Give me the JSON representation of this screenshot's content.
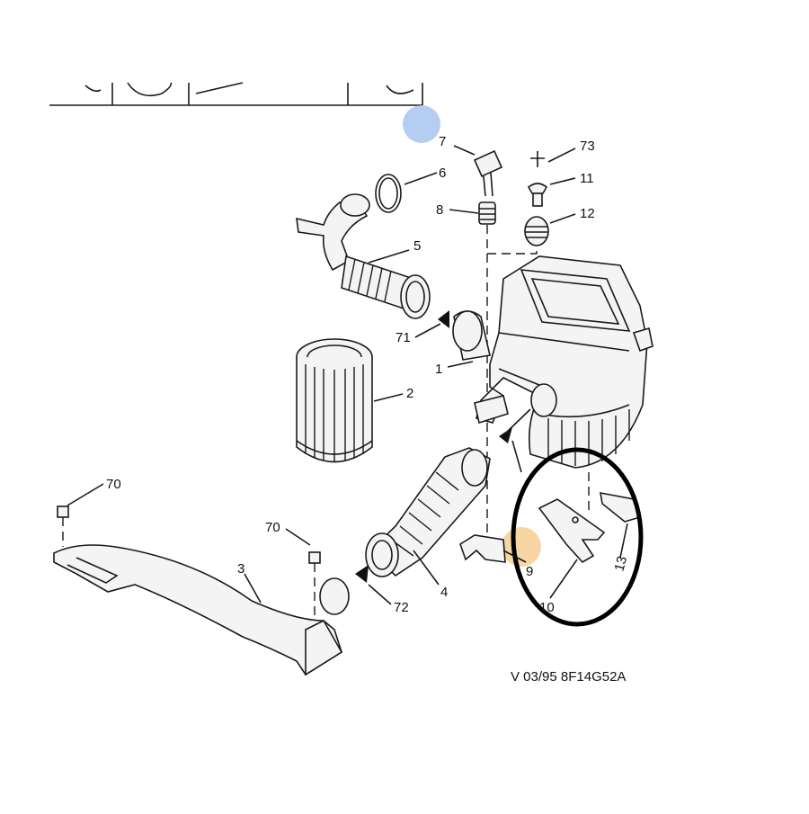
{
  "diagram": {
    "reference_code": "V 03/95 8F14G52A",
    "part_numbers": [
      {
        "id": "p1",
        "label": "1"
      },
      {
        "id": "p2",
        "label": "2"
      },
      {
        "id": "p3",
        "label": "3"
      },
      {
        "id": "p4",
        "label": "4"
      },
      {
        "id": "p5",
        "label": "5"
      },
      {
        "id": "p6",
        "label": "6"
      },
      {
        "id": "p7",
        "label": "7"
      },
      {
        "id": "p8",
        "label": "8"
      },
      {
        "id": "p9",
        "label": "9"
      },
      {
        "id": "p10",
        "label": "10"
      },
      {
        "id": "p11",
        "label": "11"
      },
      {
        "id": "p12",
        "label": "12"
      },
      {
        "id": "p13",
        "label": "13"
      },
      {
        "id": "p70a",
        "label": "70"
      },
      {
        "id": "p70b",
        "label": "70"
      },
      {
        "id": "p71",
        "label": "71"
      },
      {
        "id": "p72",
        "label": "72"
      },
      {
        "id": "p73",
        "label": "73"
      }
    ],
    "highlight": {
      "shape": "ellipse",
      "color": "#000000",
      "encloses": [
        "9",
        "10",
        "13"
      ]
    },
    "touch_markers": [
      {
        "id": "touch-blue",
        "color": "#a9c4f0"
      },
      {
        "id": "touch-orange",
        "color": "#f7cf94"
      }
    ]
  }
}
